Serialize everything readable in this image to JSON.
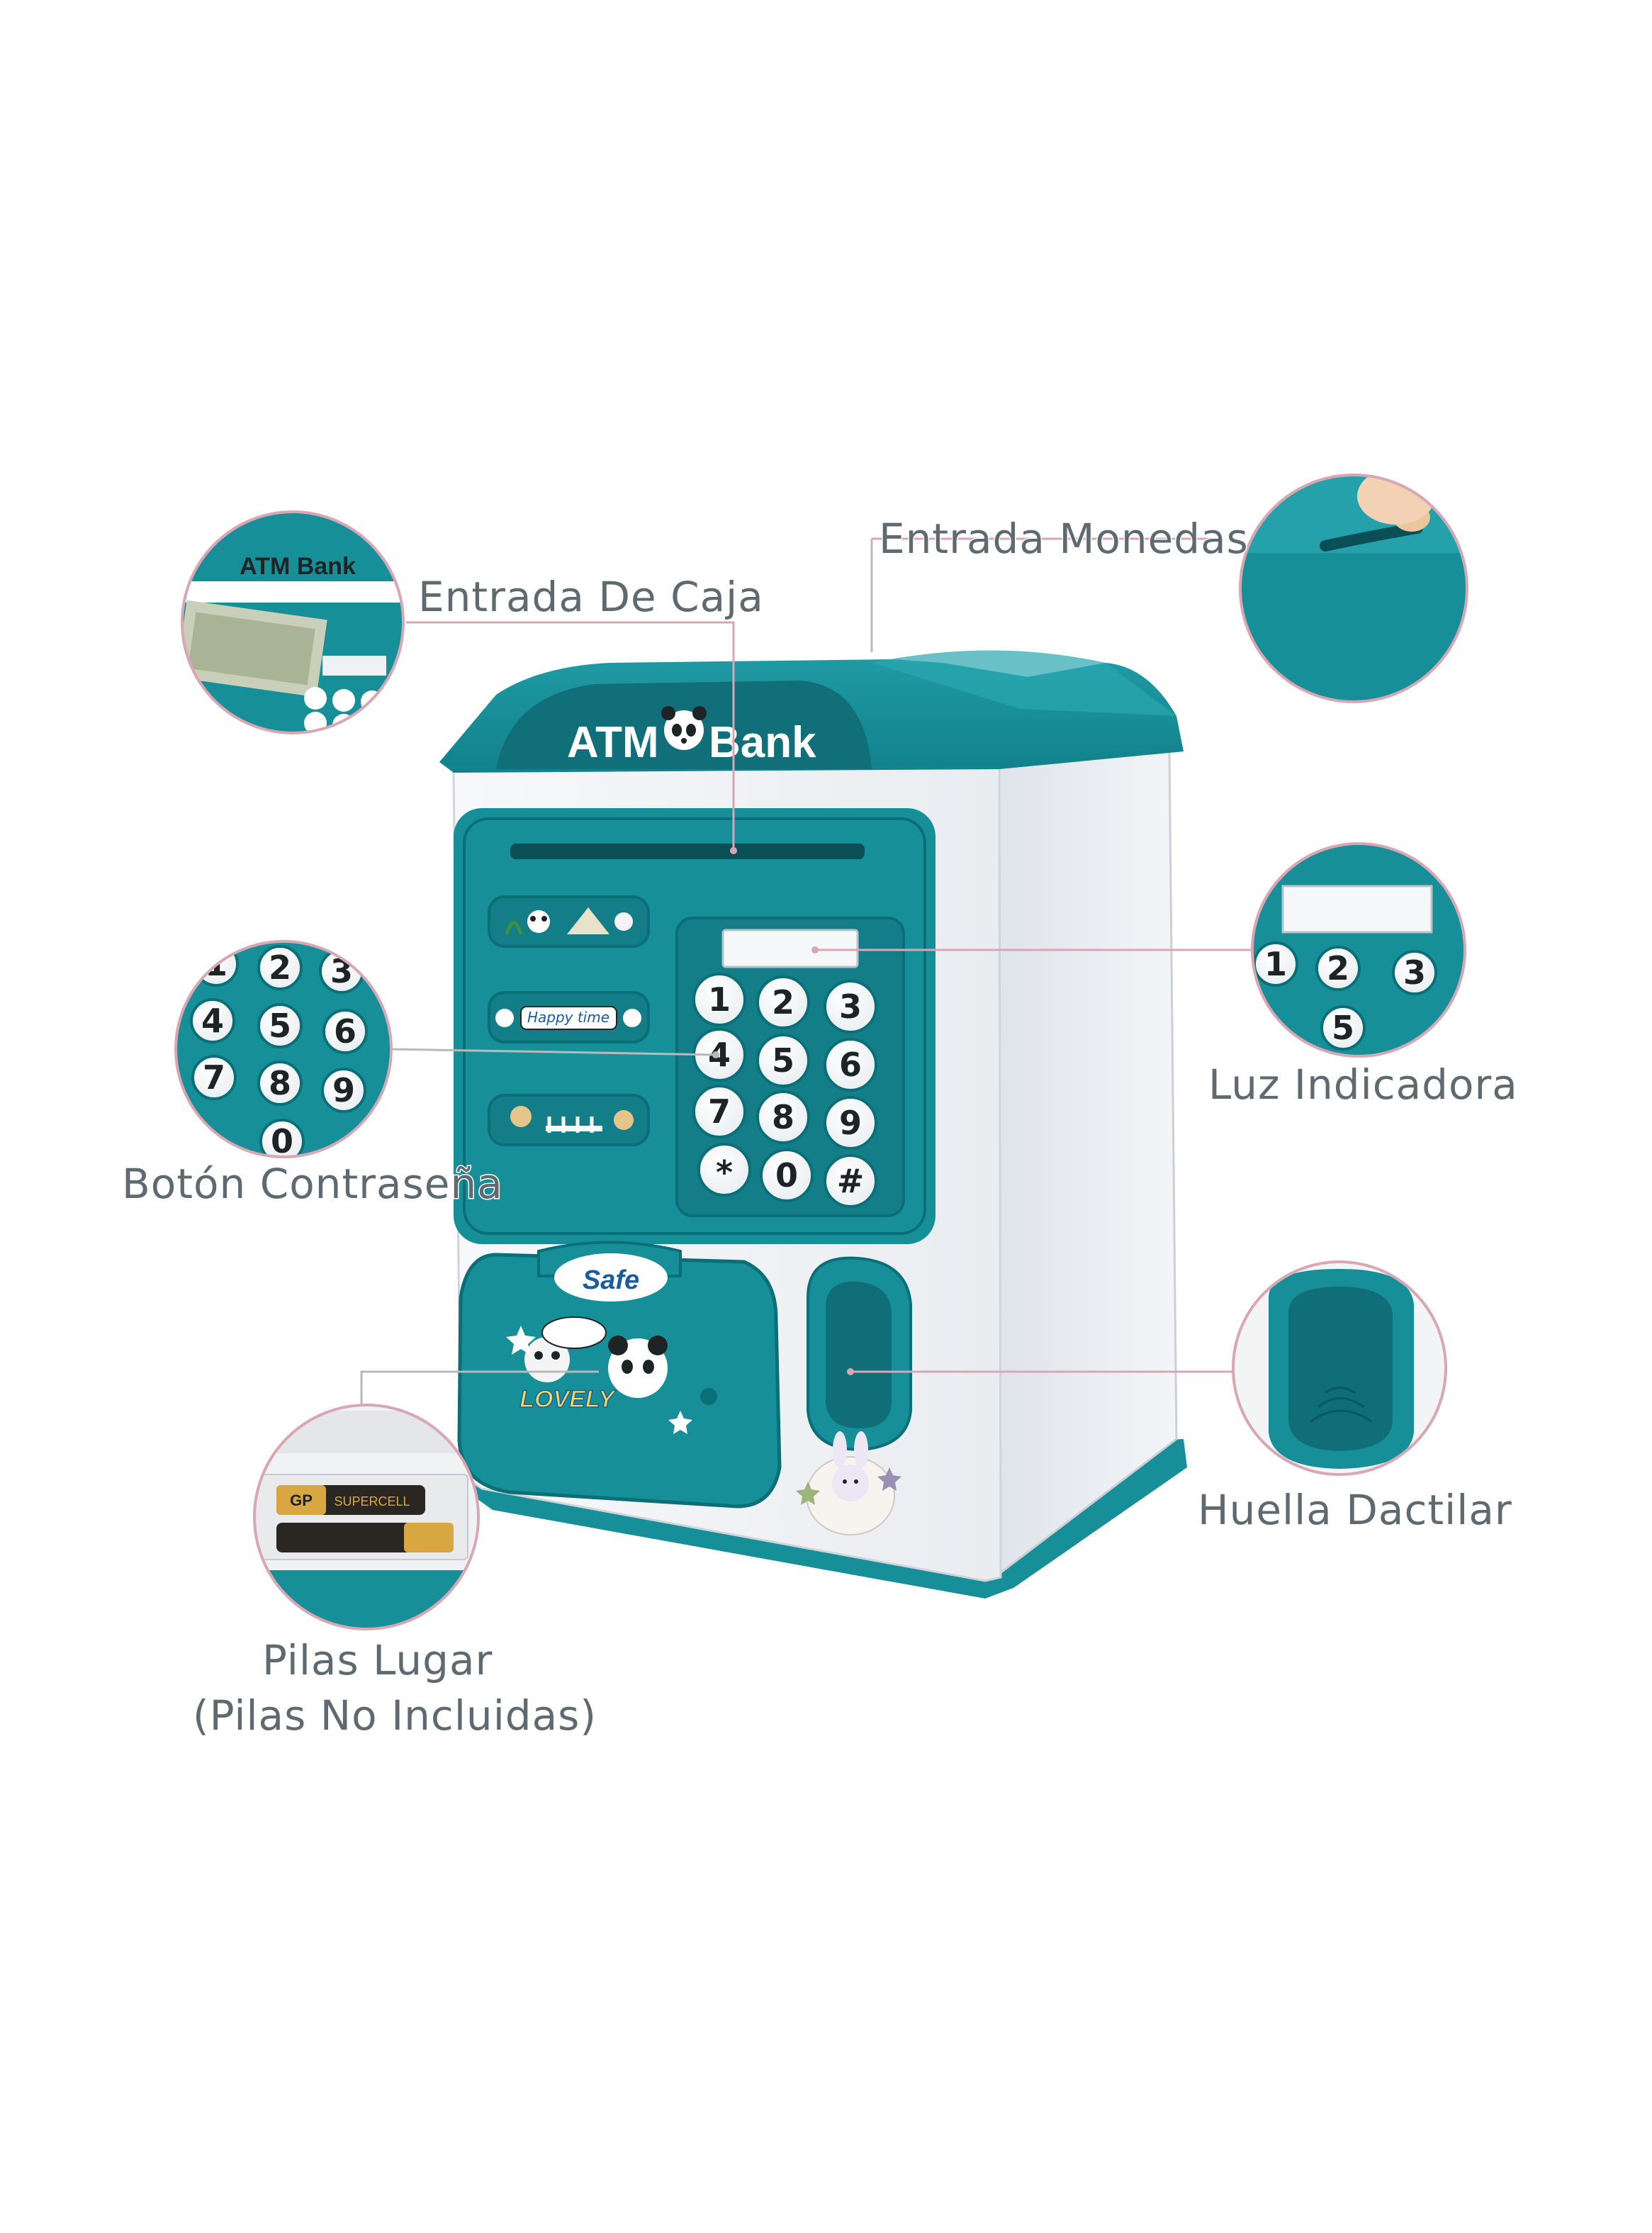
{
  "product": {
    "brand_label": "ATM",
    "brand_label_2": "Bank",
    "door_badge": "Safe",
    "door_sticker": "LOVELY",
    "sticker_banner": "Happy time",
    "keypad_keys": [
      "1",
      "2",
      "3",
      "4",
      "5",
      "6",
      "7",
      "8",
      "9",
      "*",
      "0",
      "#"
    ],
    "colors": {
      "teal": "#178f99",
      "teal_dark": "#0b6f78",
      "body_white": "#f2f4f6",
      "key_white": "#ffffff",
      "leader_line": "#d9a7b3"
    }
  },
  "callouts": {
    "cash_slot": {
      "label": "Entrada De Caja",
      "inset_brand": "ATM Bank"
    },
    "coin_slot": {
      "label": "Entrada Monedas"
    },
    "indicator_light": {
      "label": "Luz Indicadora"
    },
    "password_buttons": {
      "label": "Botón Contraseña"
    },
    "fingerprint": {
      "label": "Huella Dactilar"
    },
    "battery": {
      "label_line1": "Pilas Lugar",
      "label_line2": "(Pilas No Incluidas)",
      "battery_brand": "GP",
      "battery_model": "SUPERCELL"
    }
  },
  "icons": [
    "panda-mascot-icon",
    "rabbit-sticker-icon",
    "battery-icon",
    "fingerprint-pad-icon"
  ]
}
